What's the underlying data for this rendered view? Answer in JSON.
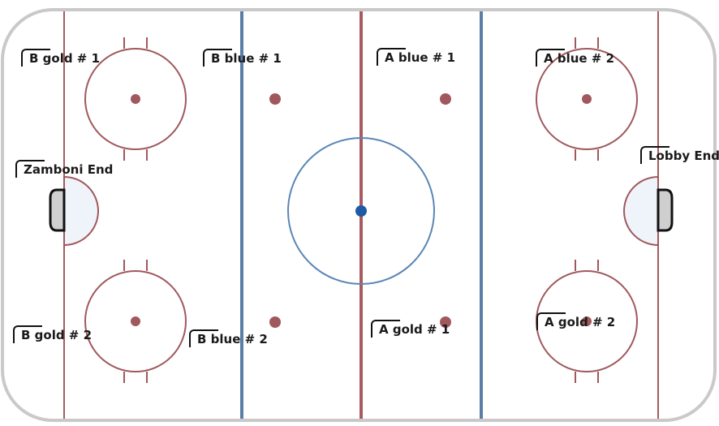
{
  "diagram": {
    "colors": {
      "background": "#ffffff",
      "board_outline": "#c9c9c9",
      "red_line": "#a85a5e",
      "faceoff_red": "#a0585c",
      "blue_line": "#5a7ea8",
      "center_circle": "#5a86b6",
      "center_dot": "#1f5aa6",
      "crease_fill": "#eef4f9",
      "net_fill": "#cfcfcf"
    },
    "labels": {
      "b_gold_1": "B gold # 1",
      "b_blue_1": "B blue # 1",
      "a_blue_1": "A blue # 1",
      "a_blue_2": "A blue # 2",
      "zamboni_end": "Zamboni End",
      "lobby_end": "Lobby End",
      "b_gold_2": "B gold # 2",
      "b_blue_2": "B blue # 2",
      "a_gold_1": "A gold # 1",
      "a_gold_2": "A gold # 2"
    }
  }
}
